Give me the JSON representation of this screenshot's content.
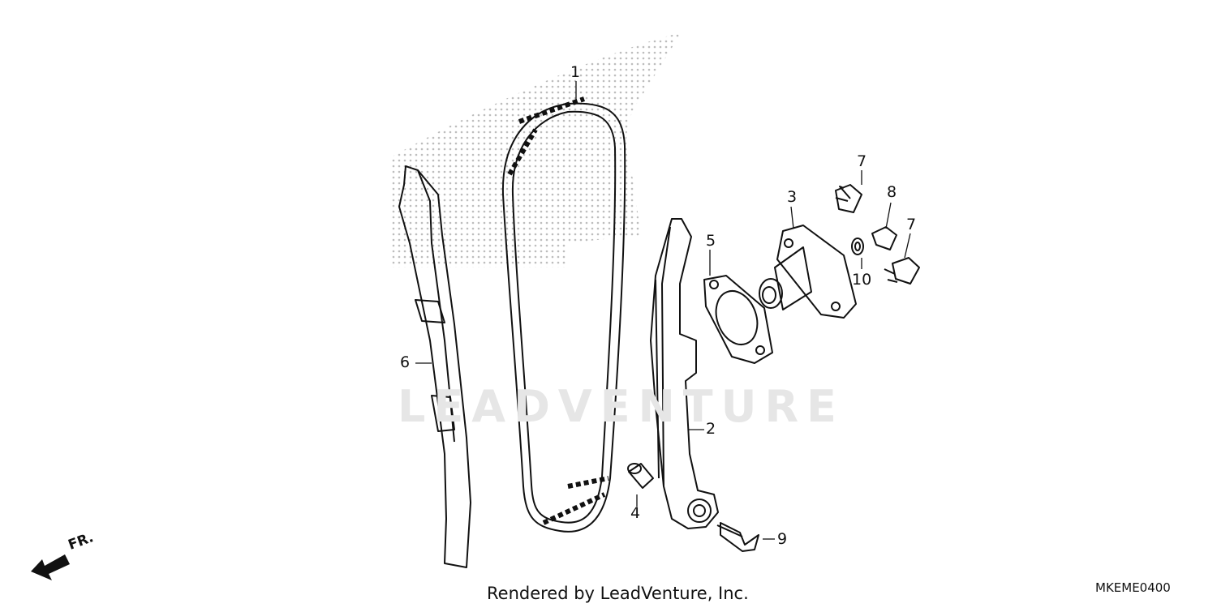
{
  "diagram": {
    "callouts": [
      "1",
      "2",
      "3",
      "4",
      "5",
      "6",
      "7",
      "8",
      "7",
      "9",
      "10"
    ],
    "direction_label": "FR.",
    "watermark_text": "LEADVENTURE",
    "footer_credit": "Rendered by LeadVenture, Inc.",
    "diagram_code": "MKEME0400"
  },
  "colors": {
    "line": "#111111",
    "dots": "#bdbdbd",
    "watermark": "#e6e6e6"
  }
}
